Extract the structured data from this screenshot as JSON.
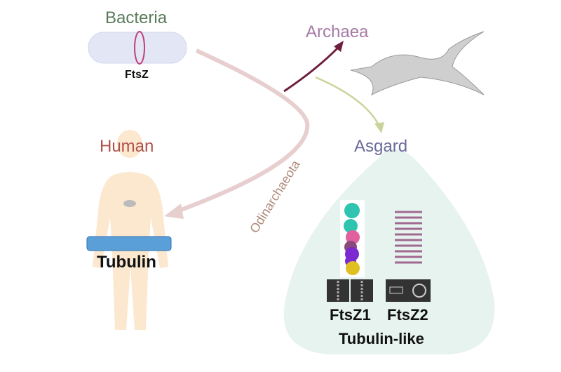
{
  "labels": {
    "bacteria": "Bacteria",
    "ftsz": "FtsZ",
    "archaea": "Archaea",
    "human": "Human",
    "tubulin": "Tubulin",
    "asgard": "Asgard",
    "odinarchaeota": "Odinarchaeota",
    "ftsz1": "FtsZ1",
    "ftsz2": "FtsZ2",
    "tubulin_like": "Tubulin-like"
  },
  "colors": {
    "bacteria": "#5a7a5a",
    "archaea": "#a57aa5",
    "human": "#b0504a",
    "asgard": "#6a6a9a",
    "odinarchaeota": "#b08a7a",
    "arrow_human": "#e8cfcf",
    "arrow_archaea": "#6e1e3e",
    "arrow_asgard": "#c9d49a",
    "asgard_bg": "#e6f3ef"
  }
}
